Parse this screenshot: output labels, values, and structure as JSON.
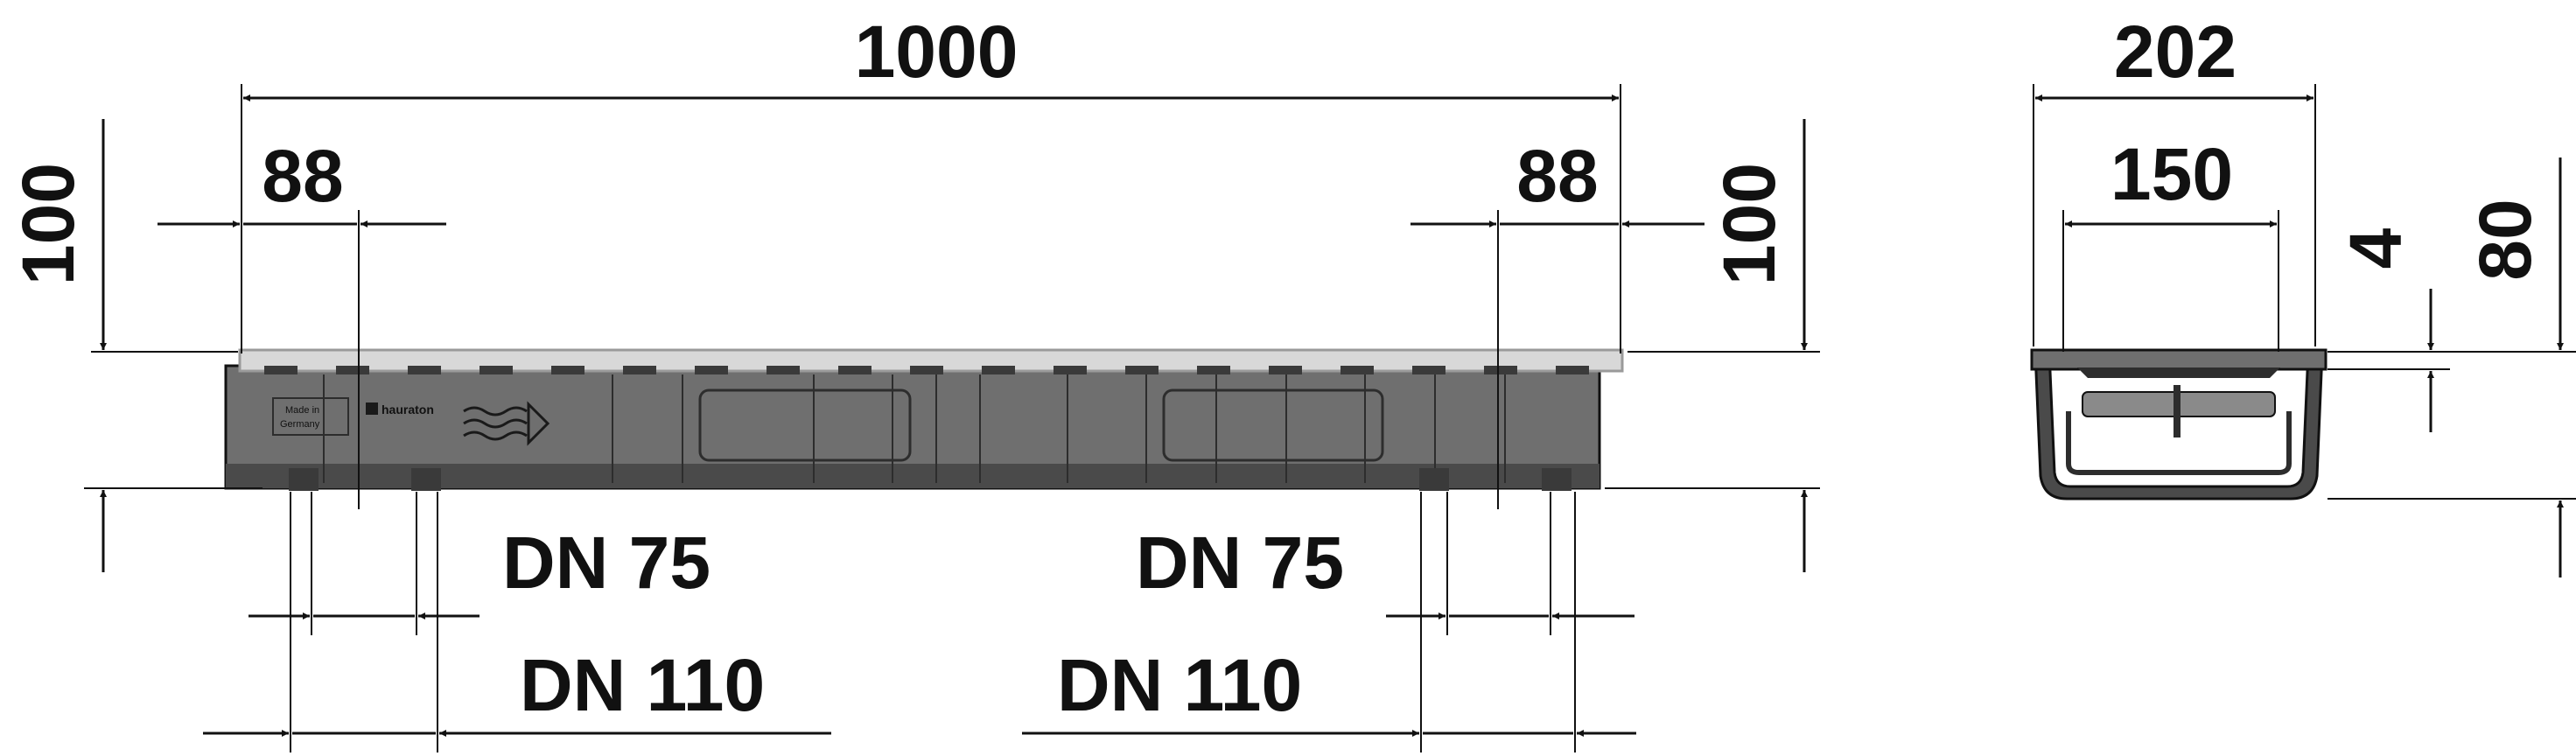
{
  "colors": {
    "ink": "#111111",
    "channel_body": "#6f6f6f",
    "channel_shadow": "#4a4a4a",
    "grating": "#d8d8d8",
    "grating_edge": "#9a9a9a",
    "slot": "#3a3a3a"
  },
  "dimensions": {
    "length_total": "1000",
    "end_offset_left": "88",
    "end_offset_right": "88",
    "height_left": "100",
    "height_right": "100",
    "outlet_left_small": "DN 75",
    "outlet_left_large": "DN 110",
    "outlet_right_small": "DN 75",
    "outlet_right_large": "DN 110",
    "width_total": "202",
    "width_inner": "150",
    "grate_thickness": "4",
    "section_height": "80"
  },
  "side_view": {
    "stamp_line1": "Made in",
    "stamp_line2": "Germany",
    "brand": "hauraton",
    "icons": [
      "flow-arrow-icon"
    ]
  }
}
